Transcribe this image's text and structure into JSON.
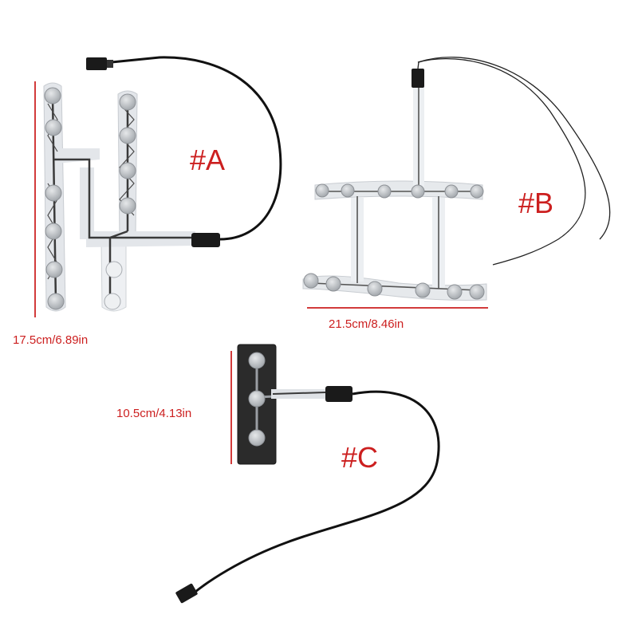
{
  "labels": {
    "a": "#A",
    "b": "#B",
    "c": "#C"
  },
  "dimensions": {
    "a": "17.5cm/6.89in",
    "b": "21.5cm/8.46in",
    "c": "10.5cm/4.13in"
  },
  "colors": {
    "label": "#cc1f1f",
    "dimension_line": "#d23b3b",
    "film": "#dfe3e8",
    "pad": "#b9bdc2",
    "trace": "#3a3a3a",
    "wire": "#111111",
    "dark_panel": "#2b2b2b"
  }
}
